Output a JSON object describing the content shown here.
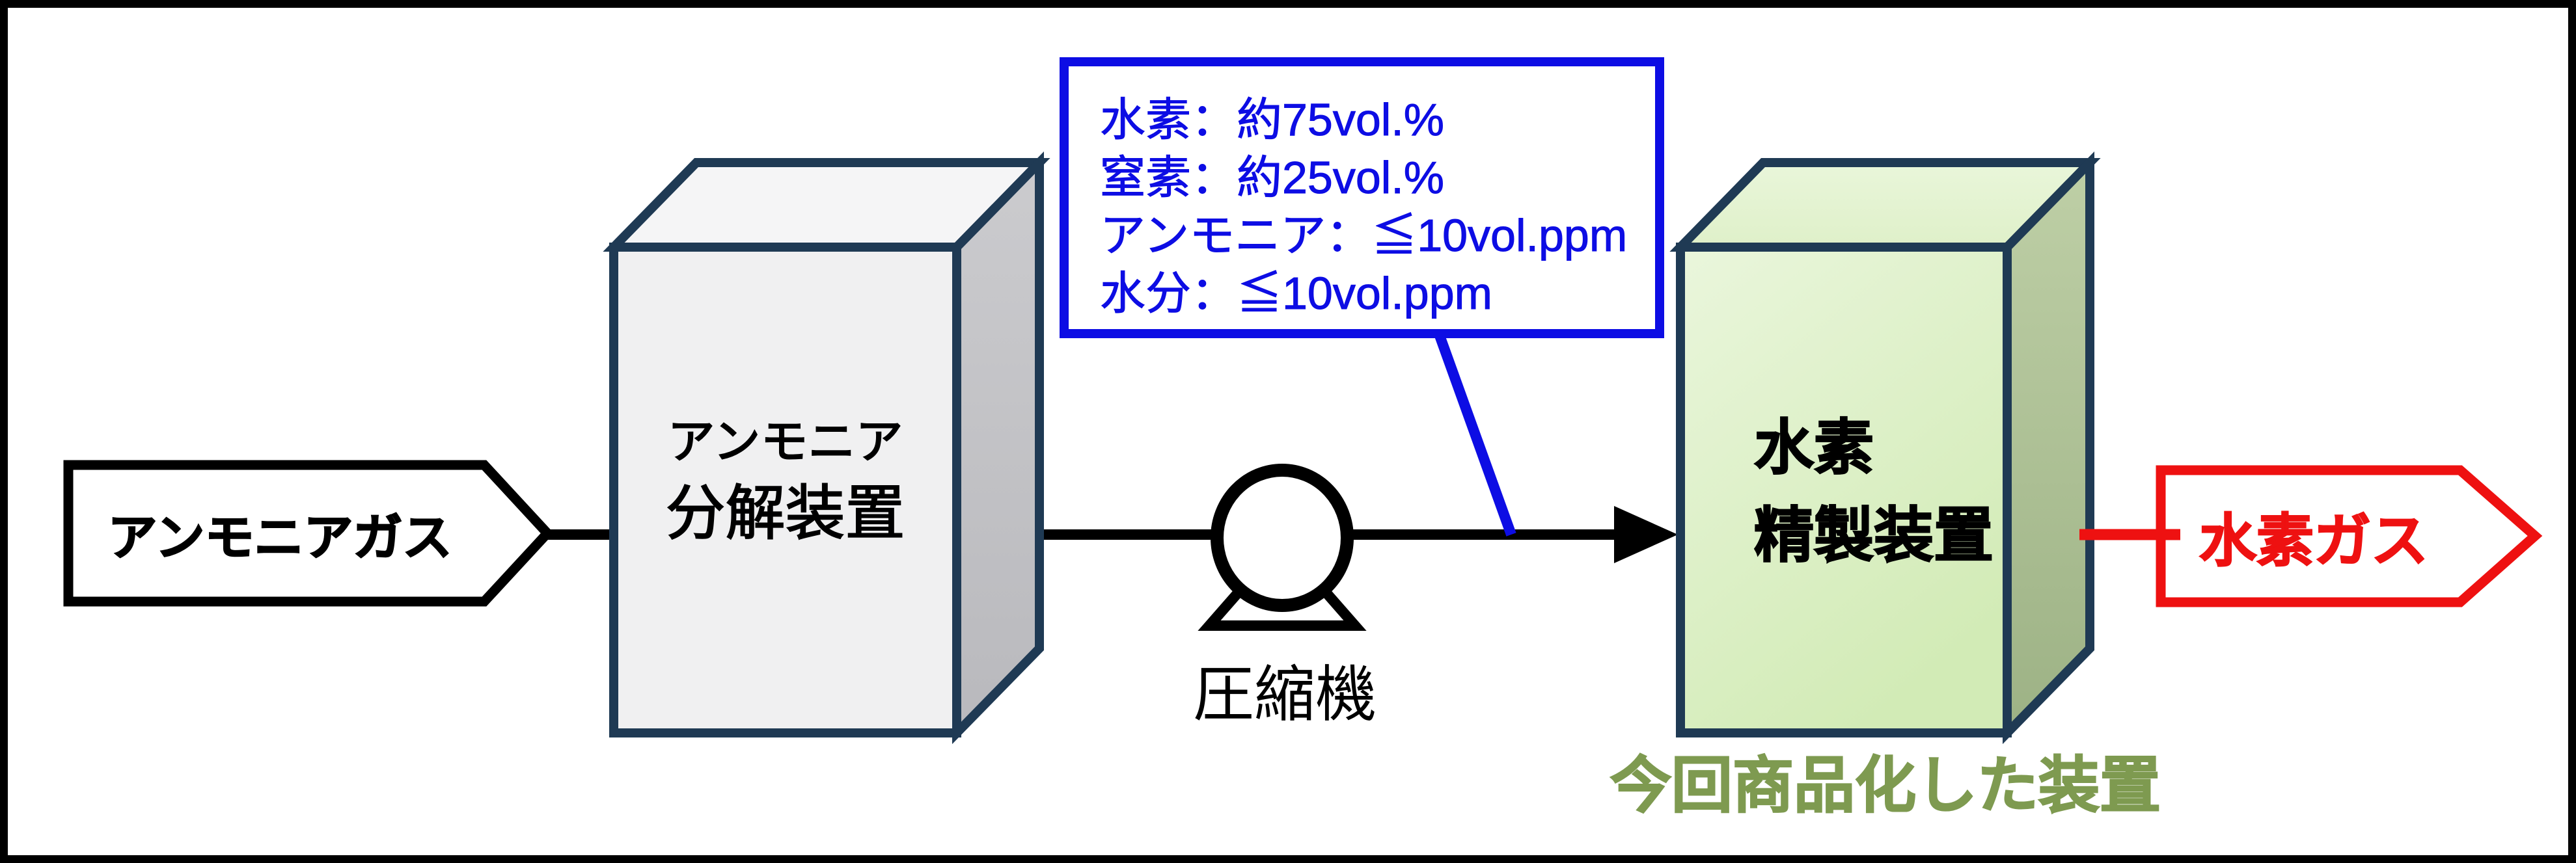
{
  "diagram": {
    "ammonia_gas": {
      "label": "アンモニアガス"
    },
    "decomposition": {
      "line1": "アンモニア",
      "line2": "分解装置"
    },
    "compressor": {
      "label": "圧縮機"
    },
    "callout": {
      "lines": [
        "水素：約75vol.%",
        "窒素：約25vol.%",
        "アンモニア：≦10vol.ppm",
        "水分：≦10vol.ppm"
      ]
    },
    "purification": {
      "line1": "水素",
      "line2": "精製装置"
    },
    "hydrogen_gas": {
      "label": "水素ガス"
    },
    "caption": {
      "label": "今回商品化した装置"
    }
  },
  "colors": {
    "blue": "#0d0de4",
    "red": "#ee1111",
    "navy": "#1f3a54",
    "olive": "#7e9a50",
    "gray_front": "#f0f0f1",
    "gray_top": "#f5f5f6",
    "green_front_light": "#eaf6dc",
    "green_front_dark": "#d2ebb6"
  }
}
